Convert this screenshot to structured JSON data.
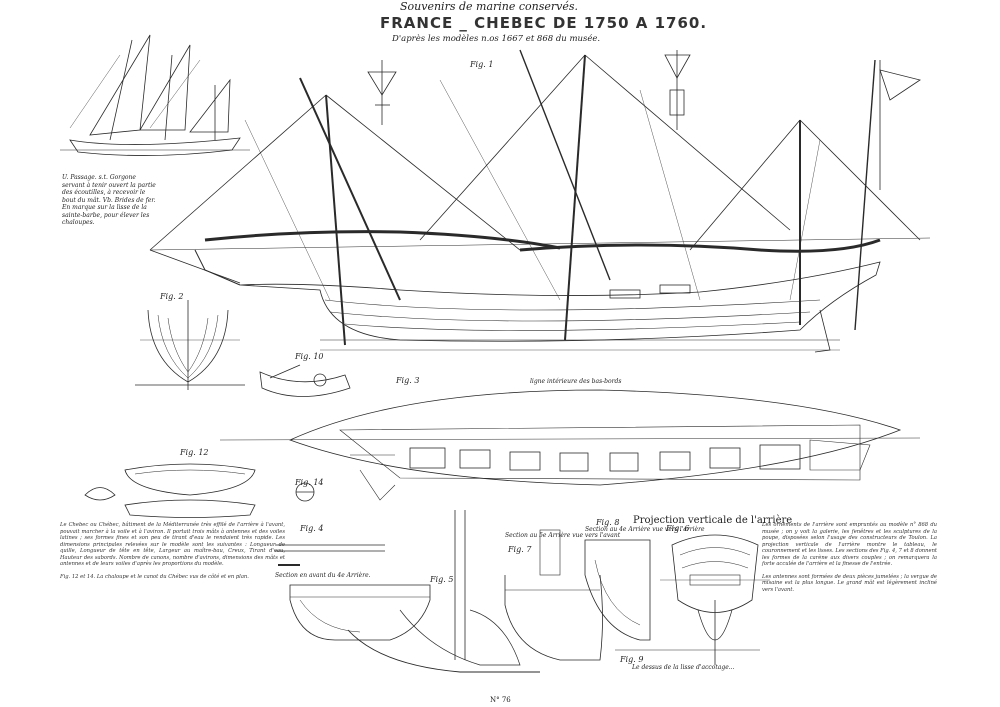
{
  "header": {
    "series": "Souvenirs de marine conservés.",
    "title": "FRANCE _ CHEBEC DE 1750 A 1760.",
    "subtitle": "D'après les modèles n.os 1667 et 868 du musée."
  },
  "figure_labels": {
    "fig1": "Fig. 1",
    "fig2": "Fig. 2",
    "fig3": "Fig. 3",
    "fig4": "Fig. 4",
    "fig5": "Fig. 5",
    "fig6": "Fig. 6",
    "fig7": "Fig. 7",
    "fig8": "Fig. 8",
    "fig9": "Fig. 9",
    "fig10": "Fig. 10",
    "fig12": "Fig. 12",
    "fig14": "Fig. 14"
  },
  "captions": {
    "fig4": "Section en avant du 4e Arrière.",
    "fig7": "Section au 5e Arrière vue vers l'avant",
    "fig8": "Section au 4e Arrière vue vers l'arrière",
    "projection_title": "Projection verticale de l'arrière",
    "fig3_top": "ligne intérieure des bas-bords",
    "fig9": "Le dessus de la lisse d'accotage..."
  },
  "legend_text": "U. Passage. s.t. Gorgone servant à tenir ouvert la partie des écoutilles, à recevoir le bout du mât. Vb. Brides de fer. En marque sur la lisse de la sainte-barbe, pour élever les chaloupes.",
  "left_paragraph": "Le Chebec ou Chébec, bâtiment de la Méditerranée très effilé de l'arrière à l'avant, pouvait marcher à la voile et à l'aviron. Il portait trois mâts à antennes et des voiles latines ; ses formes fines et son peu de tirant d'eau le rendaient très rapide. Les dimensions principales relevées sur le modèle sont les suivantes : Longueur de quille, Longueur de tête en tête, Largeur au maître-bau, Creux, Tirant d'eau, Hauteur des sabords. Nombre de canons, nombre d'avirons, dimensions des mâts et antennes et de leurs voiles d'après les proportions du modèle.",
  "left_paragraph_2": "Fig. 12 et 14. La chaloupe et le canot du Chébec vus de côté et en plan.",
  "right_paragraph": "Les ornements de l'arrière sont empruntés au modèle n° 868 du musée ; on y voit la galerie, les fenêtres et les sculptures de la poupe, disposées selon l'usage des constructeurs de Toulon. La projection verticale de l'arrière montre le tableau, le couronnement et les lisses. Les sections des Fig. 4, 7 et 8 donnent les formes de la carène aux divers couples ; on remarquera la forte acculée de l'arrière et la finesse de l'entrée.",
  "right_paragraph_2": "Les antennes sont formées de deux pièces jumelées ; la vergue de misaine est la plus longue. Le grand mât est légèrement incliné vers l'avant.",
  "plate_number": "N° 76",
  "colors": {
    "ink": "#2a2a2a",
    "paper": "#ffffff"
  }
}
